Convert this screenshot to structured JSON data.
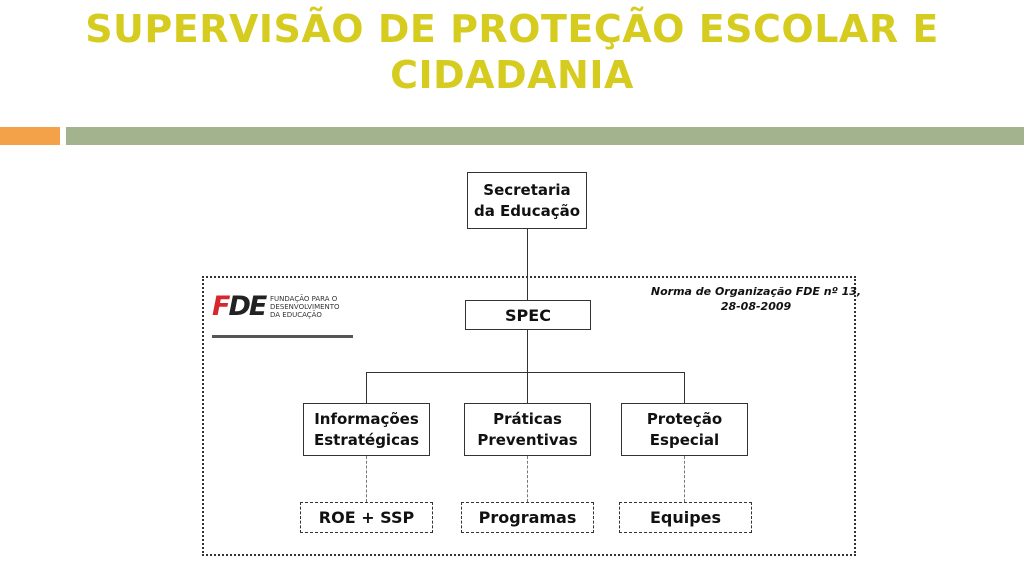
{
  "title": {
    "line1": "SUPERVISÃO DE PROTEÇÃO ESCOLAR E",
    "line2": "CIDADANIA"
  },
  "colors": {
    "title": "#d6cc1f",
    "accent_orange": "#f4a24a",
    "accent_green": "#a3b38e"
  },
  "norma": {
    "line1": "Norma de Organização FDE nº 13,",
    "line2": "28-08-2009"
  },
  "logo": {
    "mark_red": "F",
    "mark_dark": "DE",
    "text_lines": [
      "FUNDAÇÃO PARA O",
      "DESENVOLVIMENTO",
      "DA EDUCAÇÃO"
    ]
  },
  "diagram": {
    "top": {
      "line1": "Secretaria",
      "line2": "da Educação"
    },
    "middle": "SPEC",
    "branches": [
      {
        "line1": "Informações",
        "line2": "Estratégicas",
        "leaf": "ROE + SSP"
      },
      {
        "line1": "Práticas",
        "line2": "Preventivas",
        "leaf": "Programas"
      },
      {
        "line1": "Proteção",
        "line2": "Especial",
        "leaf": "Equipes"
      }
    ]
  }
}
